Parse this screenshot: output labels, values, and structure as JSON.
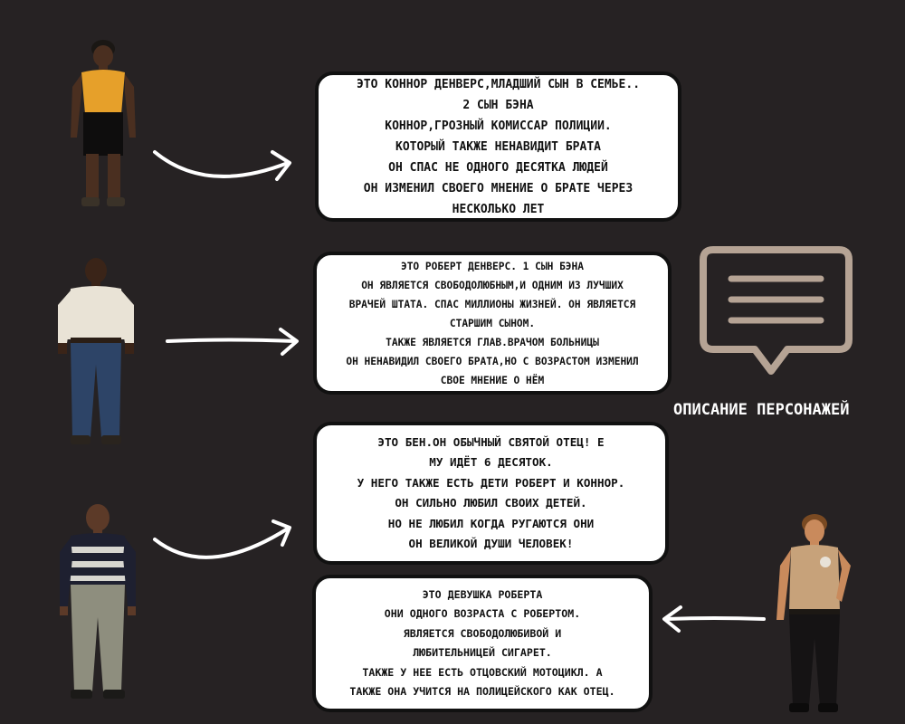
{
  "heading": "ОПИСАНИЕ ПЕРСОНАЖЕЙ",
  "icons": {
    "chat": "chat-bubble-icon",
    "arrow": "curved-arrow-icon"
  },
  "colors": {
    "background": "#262223",
    "card": "#ffffff",
    "icon_stroke": "#b5a394",
    "arrow": "#ffffff"
  },
  "cards": [
    {
      "lines": [
        "ЭТО КОННОР ДЕНВЕРС,МЛАДШИЙ СЫН В СЕМЬЕ..",
        "2 СЫН БЭНА",
        "КОННОР,ГРОЗНЫЙ КОМИССАР ПОЛИЦИИ.",
        "КОТОРЫЙ ТАКЖЕ НЕНАВИДИТ БРАТА",
        "ОН СПАС НЕ ОДНОГО ДЕСЯТКА ЛЮДЕЙ",
        "ОН ИЗМЕНИЛ СВОЕГО МНЕНИЕ О БРАТЕ ЧЕРЕЗ",
        "НЕСКОЛЬКО ЛЕТ"
      ]
    },
    {
      "lines": [
        "ЭТО РОБЕРТ ДЕНВЕРС. 1 СЫН БЭНА",
        "ОН ЯВЛЯЕТСЯ СВОБОДОЛЮБНЫМ,И ОДНИМ ИЗ ЛУЧШИХ",
        "ВРАЧЕЙ ШТАТА. СПАС МИЛЛИОНЫ ЖИЗНЕЙ. ОН ЯВЛЯЕТСЯ",
        "СТАРШИМ СЫНОМ.",
        "ТАКЖЕ ЯВЛЯЕТСЯ ГЛАВ.ВРАЧОМ БОЛЬНИЦЫ",
        "ОН НЕНАВИДИЛ СВОЕГО БРАТА,НО С ВОЗРАСТОМ ИЗМЕНИЛ",
        "СВОЕ МНЕНИЕ О НЁМ"
      ]
    },
    {
      "lines": [
        "ЭТО БЕН.ОН ОБЫЧНЫЙ СВЯТОЙ ОТЕЦ! Е",
        "МУ ИДЁТ 6 ДЕСЯТОК.",
        "У НЕГО ТАКЖЕ ЕСТЬ ДЕТИ РОБЕРТ И КОННОР.",
        "ОН СИЛЬНО ЛЮБИЛ СВОИХ ДЕТЕЙ.",
        "НО НЕ ЛЮБИЛ КОГДА РУГАЮТСЯ ОНИ",
        "ОН ВЕЛИКОЙ ДУШИ ЧЕЛОВЕК!"
      ]
    },
    {
      "lines": [
        "ЭТО ДЕВУШКА РОБЕРТА",
        "ОНИ ОДНОГО ВОЗРАСТА С РОБЕРТОМ.",
        "ЯВЛЯЕТСЯ СВОБОДОЛЮБИВОЙ И",
        "ЛЮБИТЕЛЬНИЦЕЙ СИГАРЕТ.",
        "ТАКЖЕ У НЕЕ ЕСТЬ ОТЦОВСКИЙ МОТОЦИКЛ. А",
        "ТАКЖЕ ОНА УЧИТСЯ НА ПОЛИЦЕЙСКОГО КАК ОТЕЦ."
      ]
    }
  ]
}
